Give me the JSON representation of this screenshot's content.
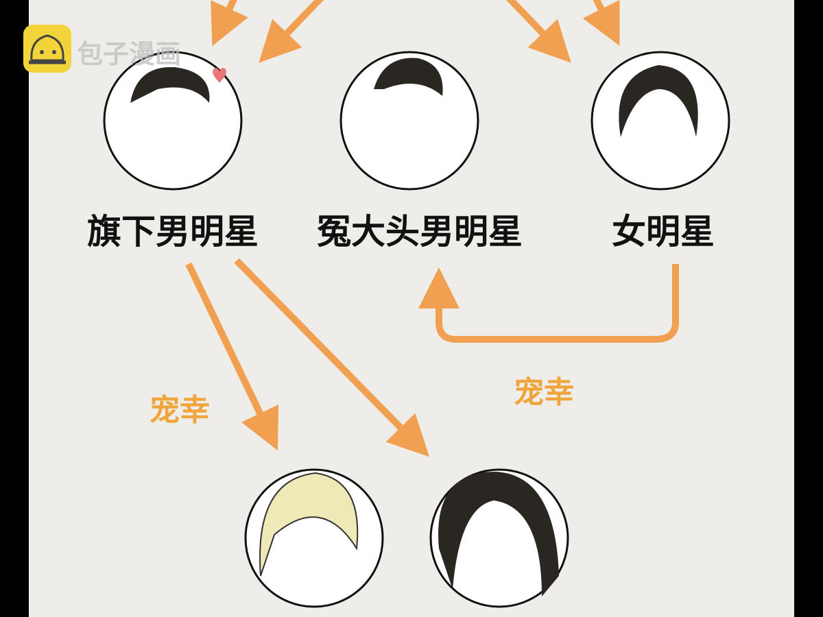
{
  "watermark": {
    "text": "包子漫画"
  },
  "nodes": [
    {
      "label": "旗下男明星",
      "icon": "male-star-with-microphone"
    },
    {
      "label": "冤大头男明星",
      "icon": "male-star-plaid-shirt"
    },
    {
      "label": "女明星",
      "icon": "female-star"
    },
    {
      "label": "",
      "icon": "woman-in-towel"
    },
    {
      "label": "",
      "icon": "woman-with-braces"
    }
  ],
  "edges": [
    {
      "label": "宠幸"
    },
    {
      "label": "宠幸"
    }
  ],
  "colors": {
    "arrow": "#f0a050",
    "verb": "#f0a53a",
    "background": "#eeede9"
  }
}
